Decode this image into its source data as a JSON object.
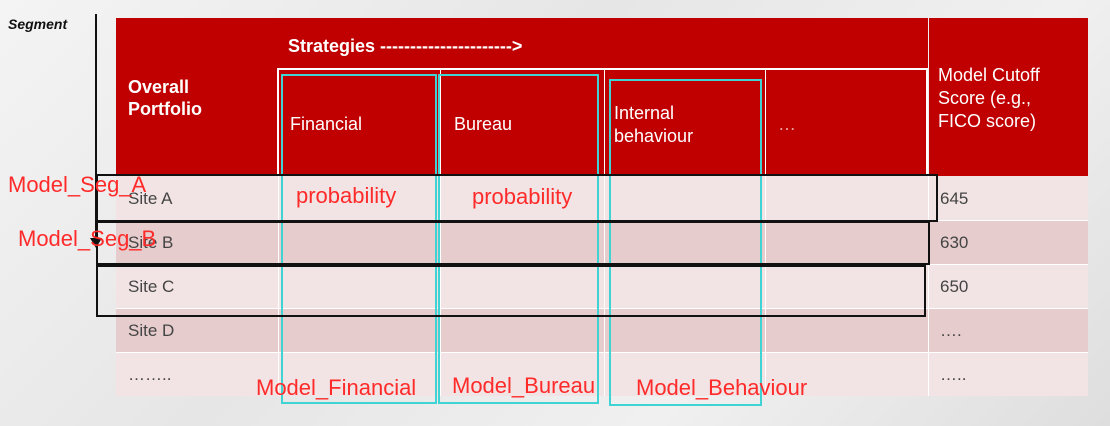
{
  "segment_label": "Segment",
  "header": {
    "overall_portfolio": "Overall\nPortfolio",
    "strategies": "Strategies ---------------------->",
    "strategy_columns": [
      "Financial",
      "Bureau",
      "Internal\nbehaviour",
      "…"
    ],
    "cutoff": "Model Cutoff\nScore (e.g.,\nFICO score)"
  },
  "rows": [
    {
      "site": "Site A",
      "cutoff": "645"
    },
    {
      "site": "Site B",
      "cutoff": "630"
    },
    {
      "site": "Site C",
      "cutoff": "650"
    },
    {
      "site": "Site D",
      "cutoff": "…."
    },
    {
      "site": "……..",
      "cutoff": "….."
    }
  ],
  "annotations": {
    "seg_a": "Model_Seg_A",
    "seg_b": "Model_Seg_B",
    "prob_financial": "probability",
    "prob_bureau": "probability",
    "model_financial": "Model_Financial",
    "model_bureau": "Model_Bureau",
    "model_behaviour": "Model_Behaviour"
  },
  "colors": {
    "header_red": "#c00000",
    "annotation_red": "#ff2a2a",
    "strategy_box_cyan": "#3fd3d3",
    "segment_box_black": "#111111"
  }
}
